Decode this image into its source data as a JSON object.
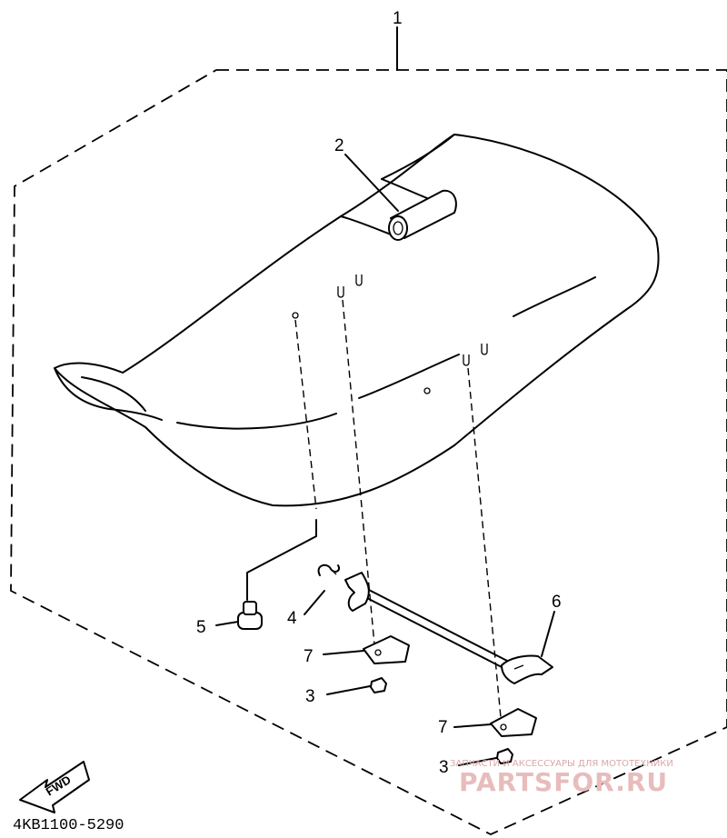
{
  "callouts": {
    "c1": "1",
    "c2": "2",
    "c3a": "3",
    "c3b": "3",
    "c4": "4",
    "c5": "5",
    "c6": "6",
    "c7a": "7",
    "c7b": "7"
  },
  "fwd_label": "FWD",
  "part_number": "4KB1100-5290",
  "watermark": {
    "top": "ЗАПЧАСТИ И АКСЕССУАРЫ ДЛЯ МОТОТЕХНИКИ",
    "main": "PARTSFOR.RU"
  },
  "colors": {
    "line": "#000000",
    "background": "#ffffff",
    "watermark": "#e8bcbc"
  }
}
